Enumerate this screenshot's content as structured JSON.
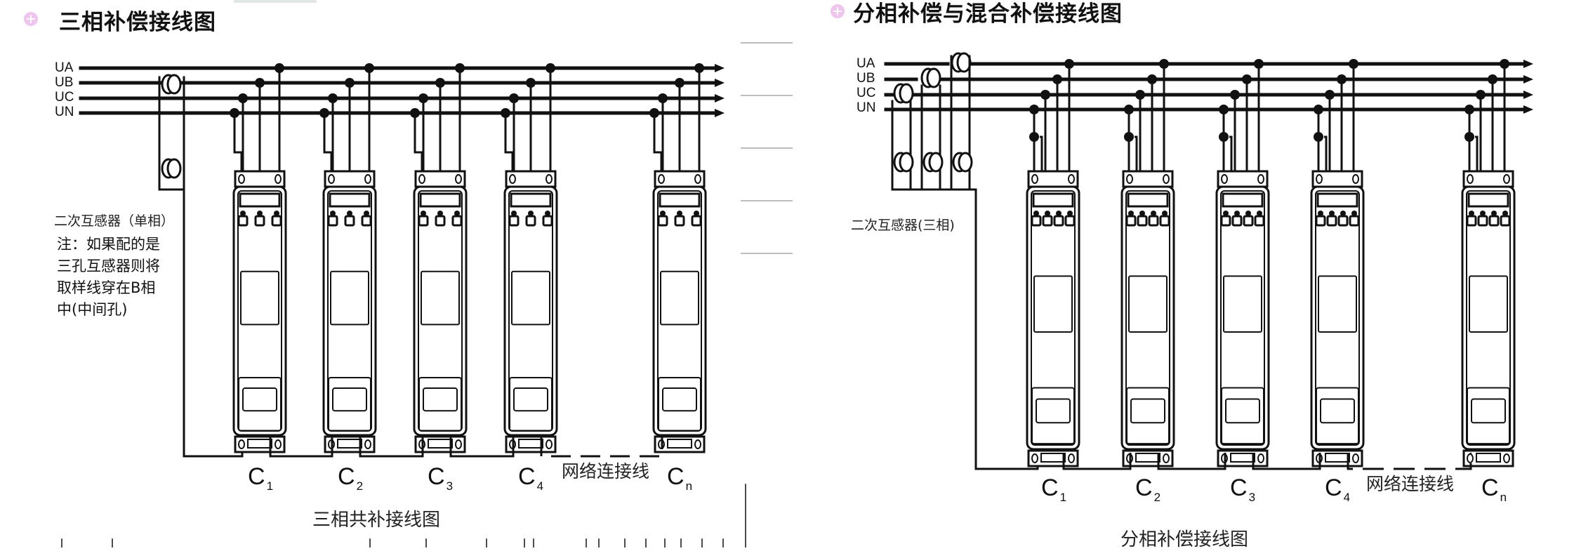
{
  "left": {
    "title": "三相补偿接线图",
    "bus_labels": [
      "UA",
      "UB",
      "UC",
      "UN"
    ],
    "ct_label": "二次互感器（单相）",
    "note_lines": [
      "注：如果配的是",
      "三孔互感器则将",
      "取样线穿在B相",
      "中(中间孔)"
    ],
    "units": [
      {
        "label": "C",
        "sub": "1"
      },
      {
        "label": "C",
        "sub": "2"
      },
      {
        "label": "C",
        "sub": "3"
      },
      {
        "label": "C",
        "sub": "4"
      },
      {
        "label": "C",
        "sub": "n"
      }
    ],
    "network_label": "网络连接线",
    "caption": "三相共补接线图"
  },
  "right": {
    "title": "分相补偿与混合补偿接线图",
    "bus_labels": [
      "UA",
      "UB",
      "UC",
      "UN"
    ],
    "ct_label": "二次互感器(三相)",
    "units": [
      {
        "label": "C",
        "sub": "1"
      },
      {
        "label": "C",
        "sub": "2"
      },
      {
        "label": "C",
        "sub": "3"
      },
      {
        "label": "C",
        "sub": "4"
      },
      {
        "label": "C",
        "sub": "n"
      }
    ],
    "network_label": "网络连接线",
    "caption": "分相补偿接线图"
  },
  "colors": {
    "bullet": "#f0c4ee",
    "line": "#111111",
    "divider": "#bdbdbd"
  },
  "icons": {
    "bullet": "plus-circle-icon",
    "bus_arrow": "arrow-right-icon",
    "ct": "current-transformer-icon",
    "unit": "capacitor-unit-icon"
  }
}
